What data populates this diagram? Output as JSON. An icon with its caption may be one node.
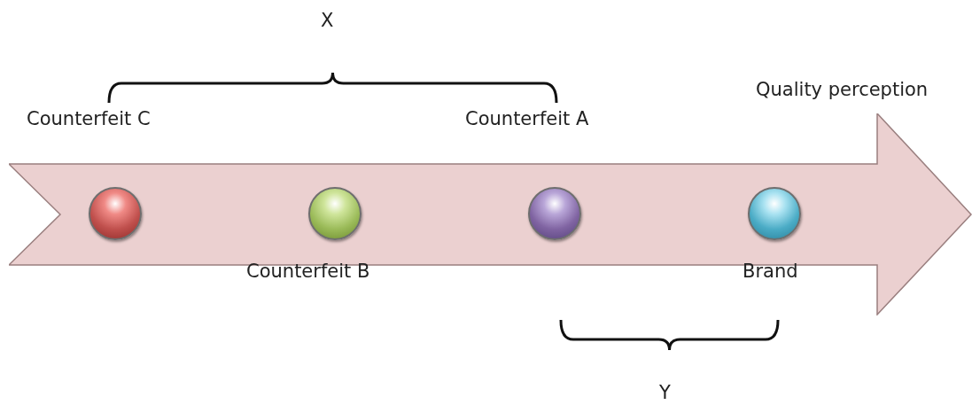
{
  "diagram": {
    "nodes": [
      {
        "text": [],
        "shape": "arrow",
        "beside": [
          "Quality perception"
        ]
      },
      {
        "text": [],
        "shape": "circle",
        "in": 0,
        "beside": [
          "Counterfeit C"
        ]
      },
      {
        "text": [],
        "shape": "circle",
        "in": 0,
        "beside": [
          "Counterfeit B"
        ]
      },
      {
        "text": [],
        "shape": "circle",
        "in": 0,
        "beside": [
          "Counterfeit A"
        ]
      },
      {
        "text": [],
        "shape": "circle",
        "in": 0,
        "beside": [
          "Brand"
        ]
      }
    ],
    "edges": [],
    "labels": [
      "X",
      "Y"
    ]
  }
}
